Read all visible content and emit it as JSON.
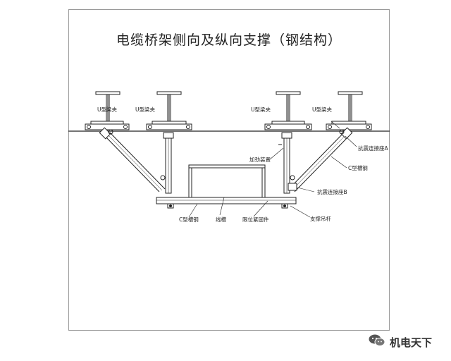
{
  "title": "电缆桥架侧向及纵向支撑（钢结构）",
  "labels": {
    "clamp": "U型梁夹",
    "anti_seismic_a": "抗震连接座A",
    "c_channel_right": "C型槽钢",
    "reinforce": "加劲装置",
    "anti_seismic_b": "抗震连接座B",
    "c_channel_bottom": "C型槽钢",
    "tray": "线槽",
    "limit_fixer": "限位紧固件",
    "hanger_rod": "支撑吊杆"
  },
  "watermark": {
    "text": "机电天下",
    "icon": "wechat-icon"
  },
  "colors": {
    "line": "#222222",
    "frame": "#9a9a9a"
  }
}
